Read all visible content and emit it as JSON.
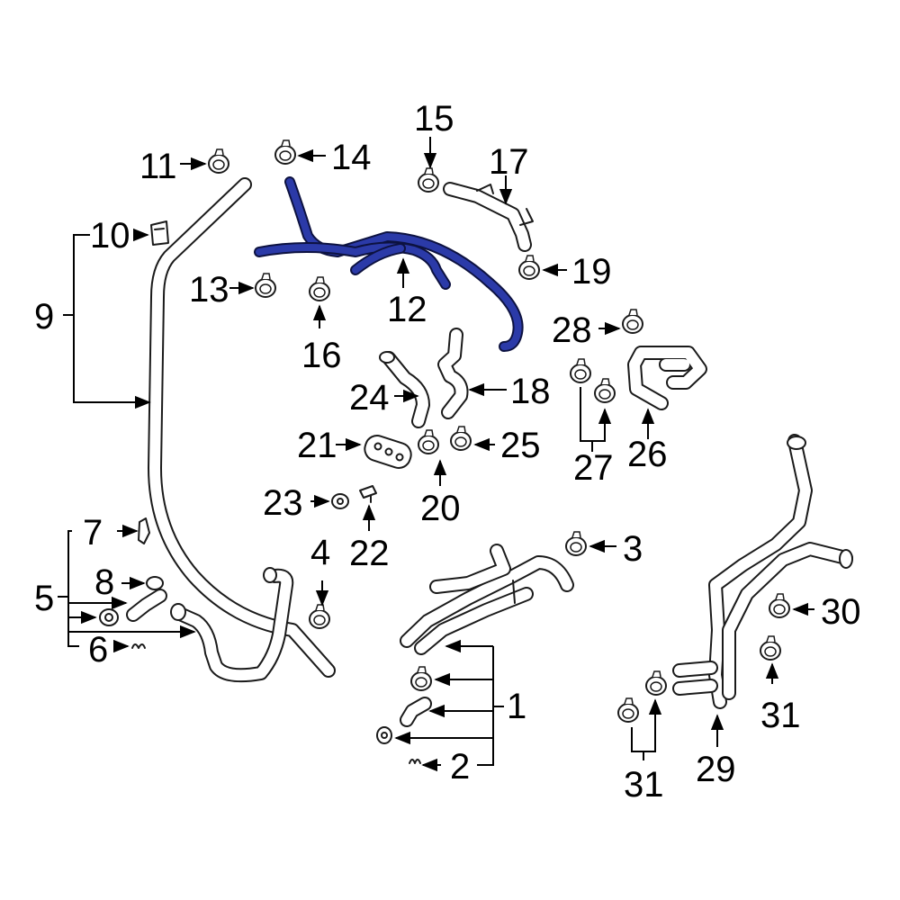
{
  "highlight_color": "#2b3aa8",
  "labels": {
    "p1": "1",
    "p2": "2",
    "p3": "3",
    "p4": "4",
    "p5": "5",
    "p6": "6",
    "p7": "7",
    "p8": "8",
    "p9": "9",
    "p10": "10",
    "p11": "11",
    "p12": "12",
    "p13": "13",
    "p14": "14",
    "p15": "15",
    "p16": "16",
    "p17": "17",
    "p18": "18",
    "p19": "19",
    "p20": "20",
    "p21": "21",
    "p22": "22",
    "p23": "23",
    "p24": "24",
    "p25": "25",
    "p26": "26",
    "p27": "27",
    "p28": "28",
    "p29": "29",
    "p30": "30",
    "p31a": "31",
    "p31b": "31"
  }
}
